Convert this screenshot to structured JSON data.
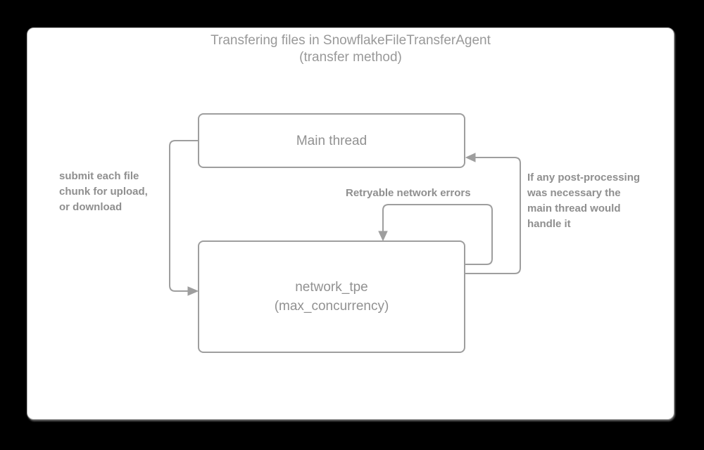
{
  "colors": {
    "page_bg": "#000000",
    "canvas_bg": "#ffffff",
    "canvas_border": "#a8a8a8",
    "stroke": "#9e9e9e",
    "node_text": "#919191",
    "label_text": "#8f8f8f",
    "title_text": "#999999"
  },
  "diagram": {
    "title": {
      "line1": "Transfering files in SnowflakeFileTransferAgent",
      "line2": "(transfer method)"
    },
    "nodes": {
      "main_thread": {
        "label": "Main thread"
      },
      "network_tpe": {
        "line1": "network_tpe",
        "line2": "(max_concurrency)"
      }
    },
    "edges": {
      "submit": {
        "line1": "submit each file",
        "line2": "chunk for upload,",
        "line3": "or download"
      },
      "retry": {
        "label": "Retryable network errors"
      },
      "post": {
        "line1": "If any post-processing",
        "line2": "was necessary the",
        "line3": "main thread would",
        "line4": "handle it"
      }
    }
  }
}
